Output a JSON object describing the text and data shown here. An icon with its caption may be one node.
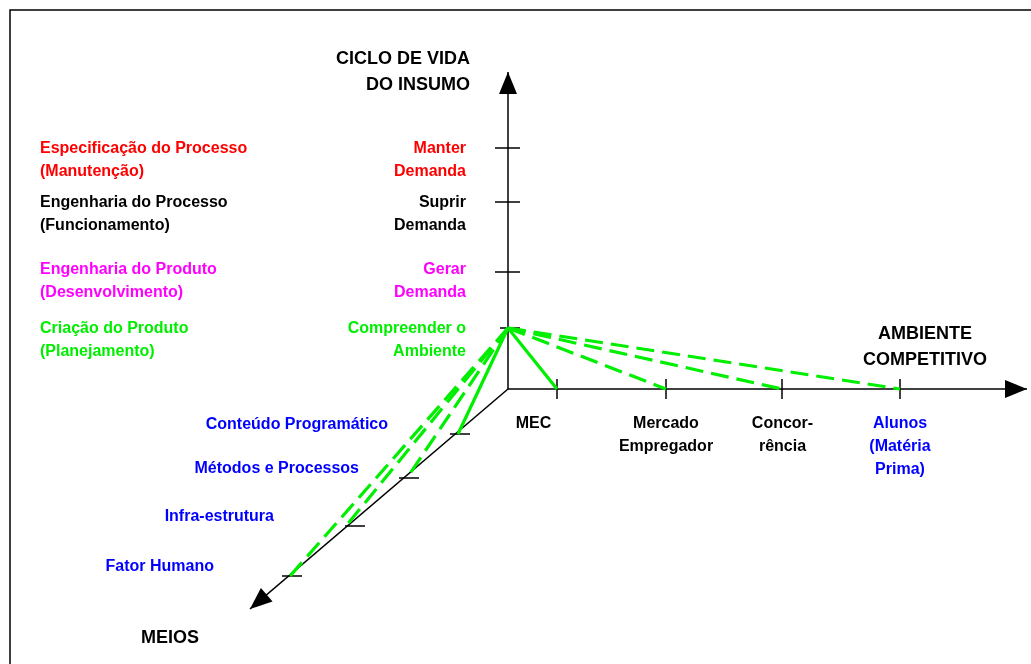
{
  "diagram": {
    "nodes": [
      {
        "text": [
          "Compreender o Ambiente"
        ]
      },
      {
        "text": [
          "MEC"
        ]
      },
      {
        "text": [
          "Mercado Empregador"
        ]
      },
      {
        "text": [
          "Concor- rência"
        ]
      },
      {
        "text": [
          "Alunos (Matéria Prima)"
        ]
      },
      {
        "text": [
          "Conteúdo Programático"
        ]
      },
      {
        "text": [
          "Métodos e Processos"
        ]
      },
      {
        "text": [
          "Infra-estrutura"
        ]
      },
      {
        "text": [
          "Fator Humano"
        ]
      }
    ],
    "edges": [
      {
        "from": 0,
        "to": 1,
        "arrow": "none"
      },
      {
        "from": 0,
        "to": 2,
        "arrow": "none",
        "style": "dashed"
      },
      {
        "from": 0,
        "to": 3,
        "arrow": "none",
        "style": "dashed"
      },
      {
        "from": 0,
        "to": 4,
        "arrow": "none",
        "style": "dashed"
      },
      {
        "from": 0,
        "to": 5,
        "arrow": "none"
      },
      {
        "from": 0,
        "to": 6,
        "arrow": "none",
        "style": "dashed"
      },
      {
        "from": 0,
        "to": 7,
        "arrow": "none",
        "style": "dashed"
      },
      {
        "from": 0,
        "to": 8,
        "arrow": "none",
        "style": "dashed"
      }
    ],
    "labels": [
      "CICLO DE VIDA DO INSUMO",
      "Especificação do Processo (Manutenção)",
      "Manter Demanda",
      "Engenharia do Processo (Funcionamento)",
      "Suprir Demanda",
      "Engenharia do Produto (Desenvolvimento)",
      "Gerar Demanda",
      "Criação do Produto (Planejamento)",
      "AMBIENTE COMPETITIVO",
      "MEIOS"
    ]
  }
}
